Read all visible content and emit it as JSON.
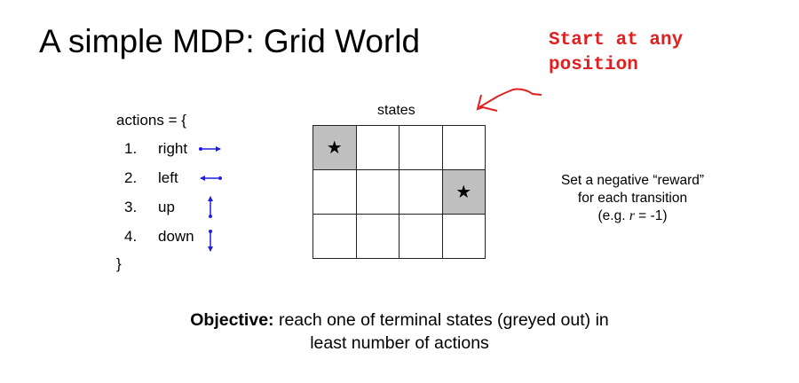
{
  "title": "A simple MDP: Grid World",
  "annotation": {
    "line1": "Start at any",
    "line2": "position",
    "color": "#e02020"
  },
  "actions": {
    "open": "actions = {",
    "close": "}",
    "items": [
      {
        "num": "1.",
        "label": "right",
        "icon": "arrow-right-icon"
      },
      {
        "num": "2.",
        "label": "left",
        "icon": "arrow-left-icon"
      },
      {
        "num": "3.",
        "label": "up",
        "icon": "arrow-up-icon"
      },
      {
        "num": "4.",
        "label": "down",
        "icon": "arrow-down-icon"
      }
    ],
    "arrow_color": "#2020e0"
  },
  "grid": {
    "label": "states",
    "rows": 3,
    "cols": 4,
    "terminal": [
      [
        0,
        0
      ],
      [
        1,
        3
      ]
    ],
    "star": "★",
    "terminal_color": "#c0c0c0"
  },
  "reward": {
    "line1": "Set a negative “reward”",
    "line2": "for each transition",
    "line3_pre": "(e.g. ",
    "line3_var": "r",
    "line3_post": " = -1)"
  },
  "objective": {
    "bold": "Objective:",
    "text1": " reach one of terminal states (greyed out) in",
    "text2": "least number of actions"
  }
}
